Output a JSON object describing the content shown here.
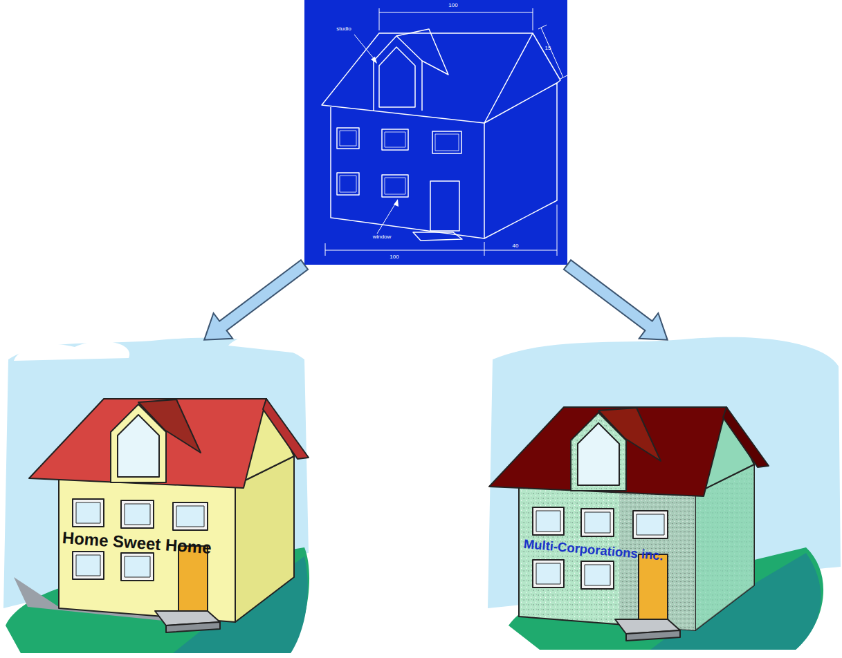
{
  "diagram": {
    "nodes": [
      {
        "text": [
          "100",
          "studio",
          "15",
          "window",
          "100",
          "40"
        ]
      },
      {
        "text": [
          "Home Sweet Home"
        ]
      },
      {
        "text": [
          "Multi-Corporations inc."
        ]
      }
    ],
    "edges": [
      {
        "from": 0,
        "to": 1,
        "arrow": "to"
      },
      {
        "from": 0,
        "to": 2,
        "arrow": "to"
      }
    ]
  }
}
